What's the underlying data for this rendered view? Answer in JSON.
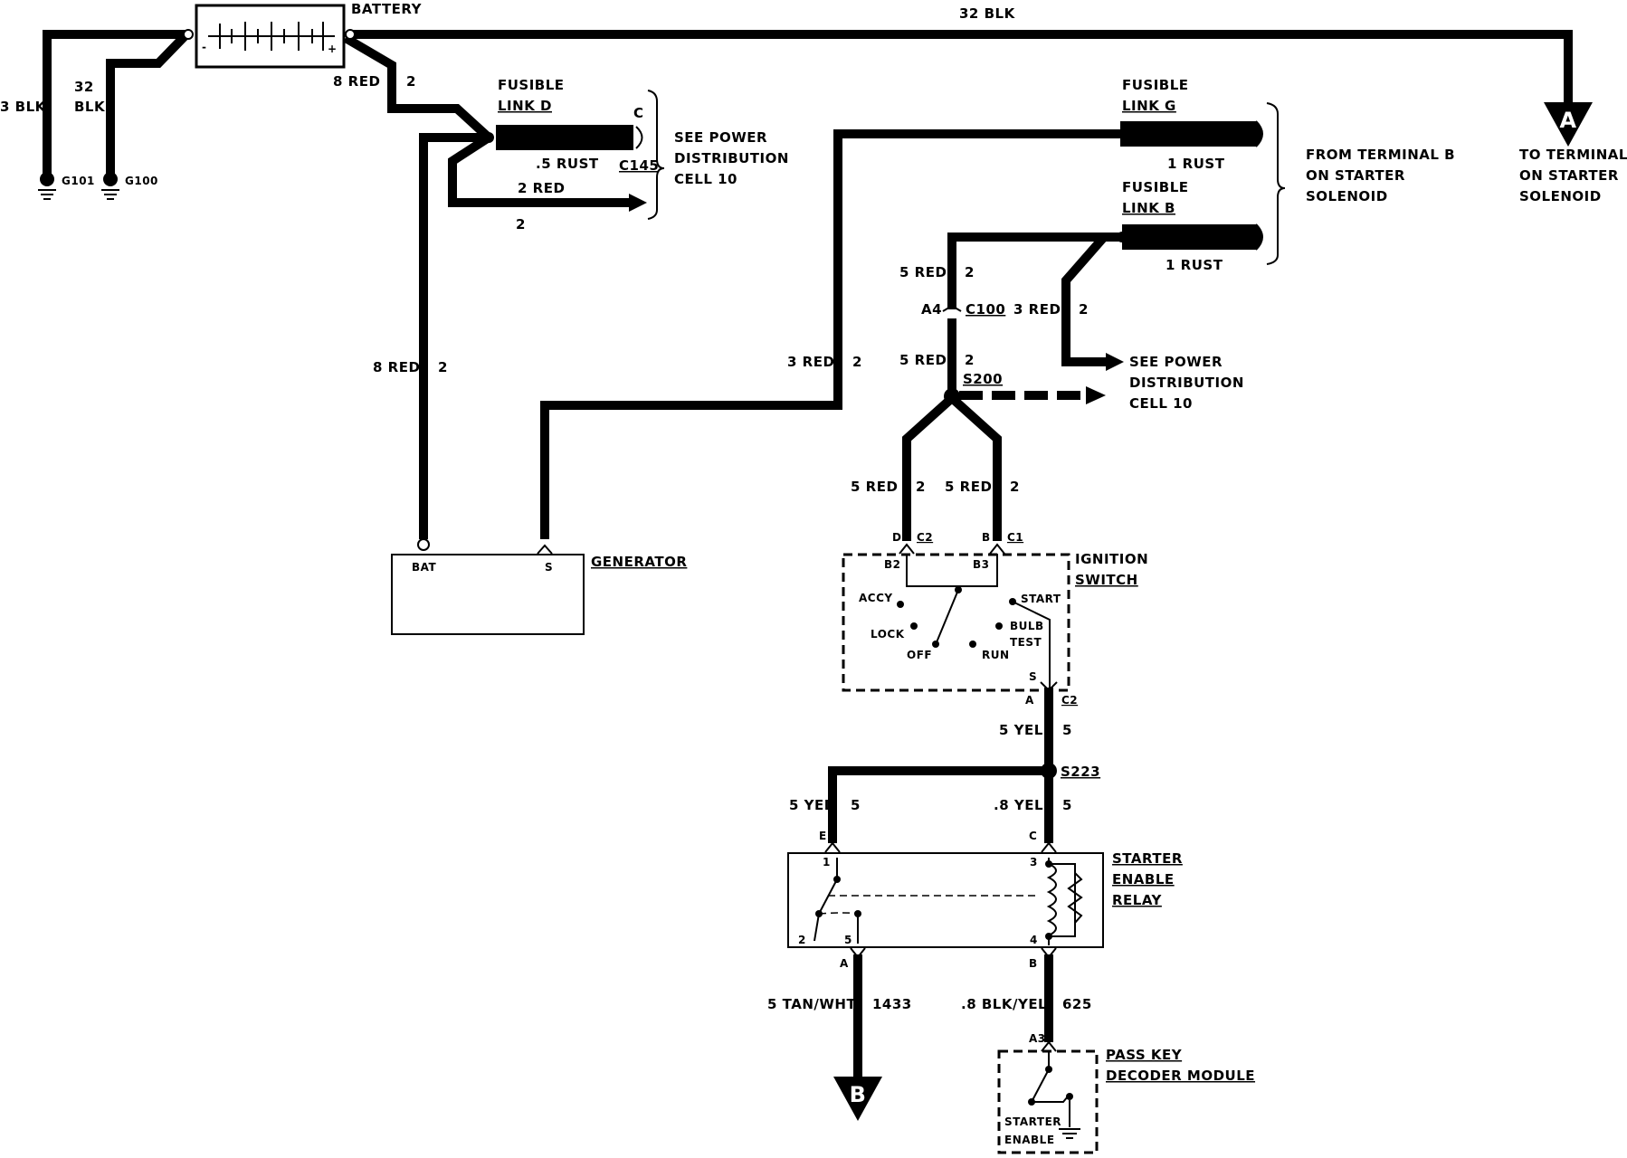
{
  "battery": {
    "label": "BATTERY",
    "neg": "-",
    "pos": "+"
  },
  "wires": {
    "w32blk_top": "32 BLK",
    "w3blk": "3 BLK",
    "w32blk_a": "32",
    "w32blk_b": "BLK",
    "w8red_top": "8 RED",
    "w8red_top_n": "2",
    "w5rust": ".5 RUST",
    "w2red": "2 RED",
    "w2red_n": "2",
    "w8red_gen": "8 RED",
    "w8red_gen_n": "2",
    "w3red_gen": "3 RED",
    "w3red_gen_n": "2",
    "w1rust_g": "1 RUST",
    "w1rust_b": "1 RUST",
    "w5red_a": "5 RED",
    "w5red_a_n": "2",
    "w3red_b": "3 RED",
    "w3red_b_n": "2",
    "w5red_b": "5 RED",
    "w5red_b_n": "2",
    "w5red_l": "5 RED",
    "w5red_l_n": "2",
    "w5red_r": "5 RED",
    "w5red_r_n": "2",
    "w5yel": "5 YEL",
    "w5yel_n": "5",
    "w5yel_l": "5 YEL",
    "w5yel_l_n": "5",
    "w8yel": ".8 YEL",
    "w8yel_n": "5",
    "w5tan": "5 TAN/WHT",
    "w5tan_n": "1433",
    "w8blkyel": ".8 BLK/YEL",
    "w8blkyel_n": "625"
  },
  "grounds": {
    "g101": "G101",
    "g100": "G100"
  },
  "fusible_d": {
    "line1": "FUSIBLE",
    "line2": "LINK D",
    "pin": "C",
    "connector": "C145"
  },
  "fusible_g": {
    "line1": "FUSIBLE",
    "line2": "LINK G"
  },
  "fusible_b": {
    "line1": "FUSIBLE",
    "line2": "LINK B"
  },
  "notes": {
    "see_power_1": [
      "SEE POWER",
      "DISTRIBUTION",
      "CELL 10"
    ],
    "from_terminal": [
      "FROM TERMINAL B",
      "ON STARTER",
      "SOLENOID"
    ],
    "to_terminal": [
      "TO TERMINAL B",
      "ON STARTER",
      "SOLENOID"
    ],
    "see_power_2": [
      "SEE POWER",
      "DISTRIBUTION",
      "CELL 10"
    ]
  },
  "connectors": {
    "a4": "A4",
    "c100": "C100",
    "s200": "S200",
    "s223": "S223"
  },
  "generator": {
    "label": "GENERATOR",
    "bat": "BAT",
    "s": "S"
  },
  "ignition": {
    "label1": "IGNITION",
    "label2": "SWITCH",
    "pin_d": "D",
    "c2": "C2",
    "pin_b": "B",
    "c1": "C1",
    "b2": "B2",
    "b3": "B3",
    "accy": "ACCY",
    "lock": "LOCK",
    "off": "OFF",
    "run": "RUN",
    "start": "START",
    "bulb": "BULB",
    "test": "TEST",
    "s": "S",
    "a": "A",
    "c2_bottom": "C2"
  },
  "relay": {
    "label": [
      "STARTER",
      "ENABLE",
      "RELAY"
    ],
    "pin_e": "E",
    "pin_c": "C",
    "p1": "1",
    "p3": "3",
    "p2": "2",
    "p5": "5",
    "p4": "4",
    "pin_a": "A",
    "pin_b": "B"
  },
  "passkey": {
    "label1": "PASS KEY",
    "label2": "DECODER MODULE",
    "a3": "A3",
    "starter": "STARTER",
    "enable": "ENABLE"
  },
  "offpage": {
    "a": "A",
    "b": "B"
  }
}
